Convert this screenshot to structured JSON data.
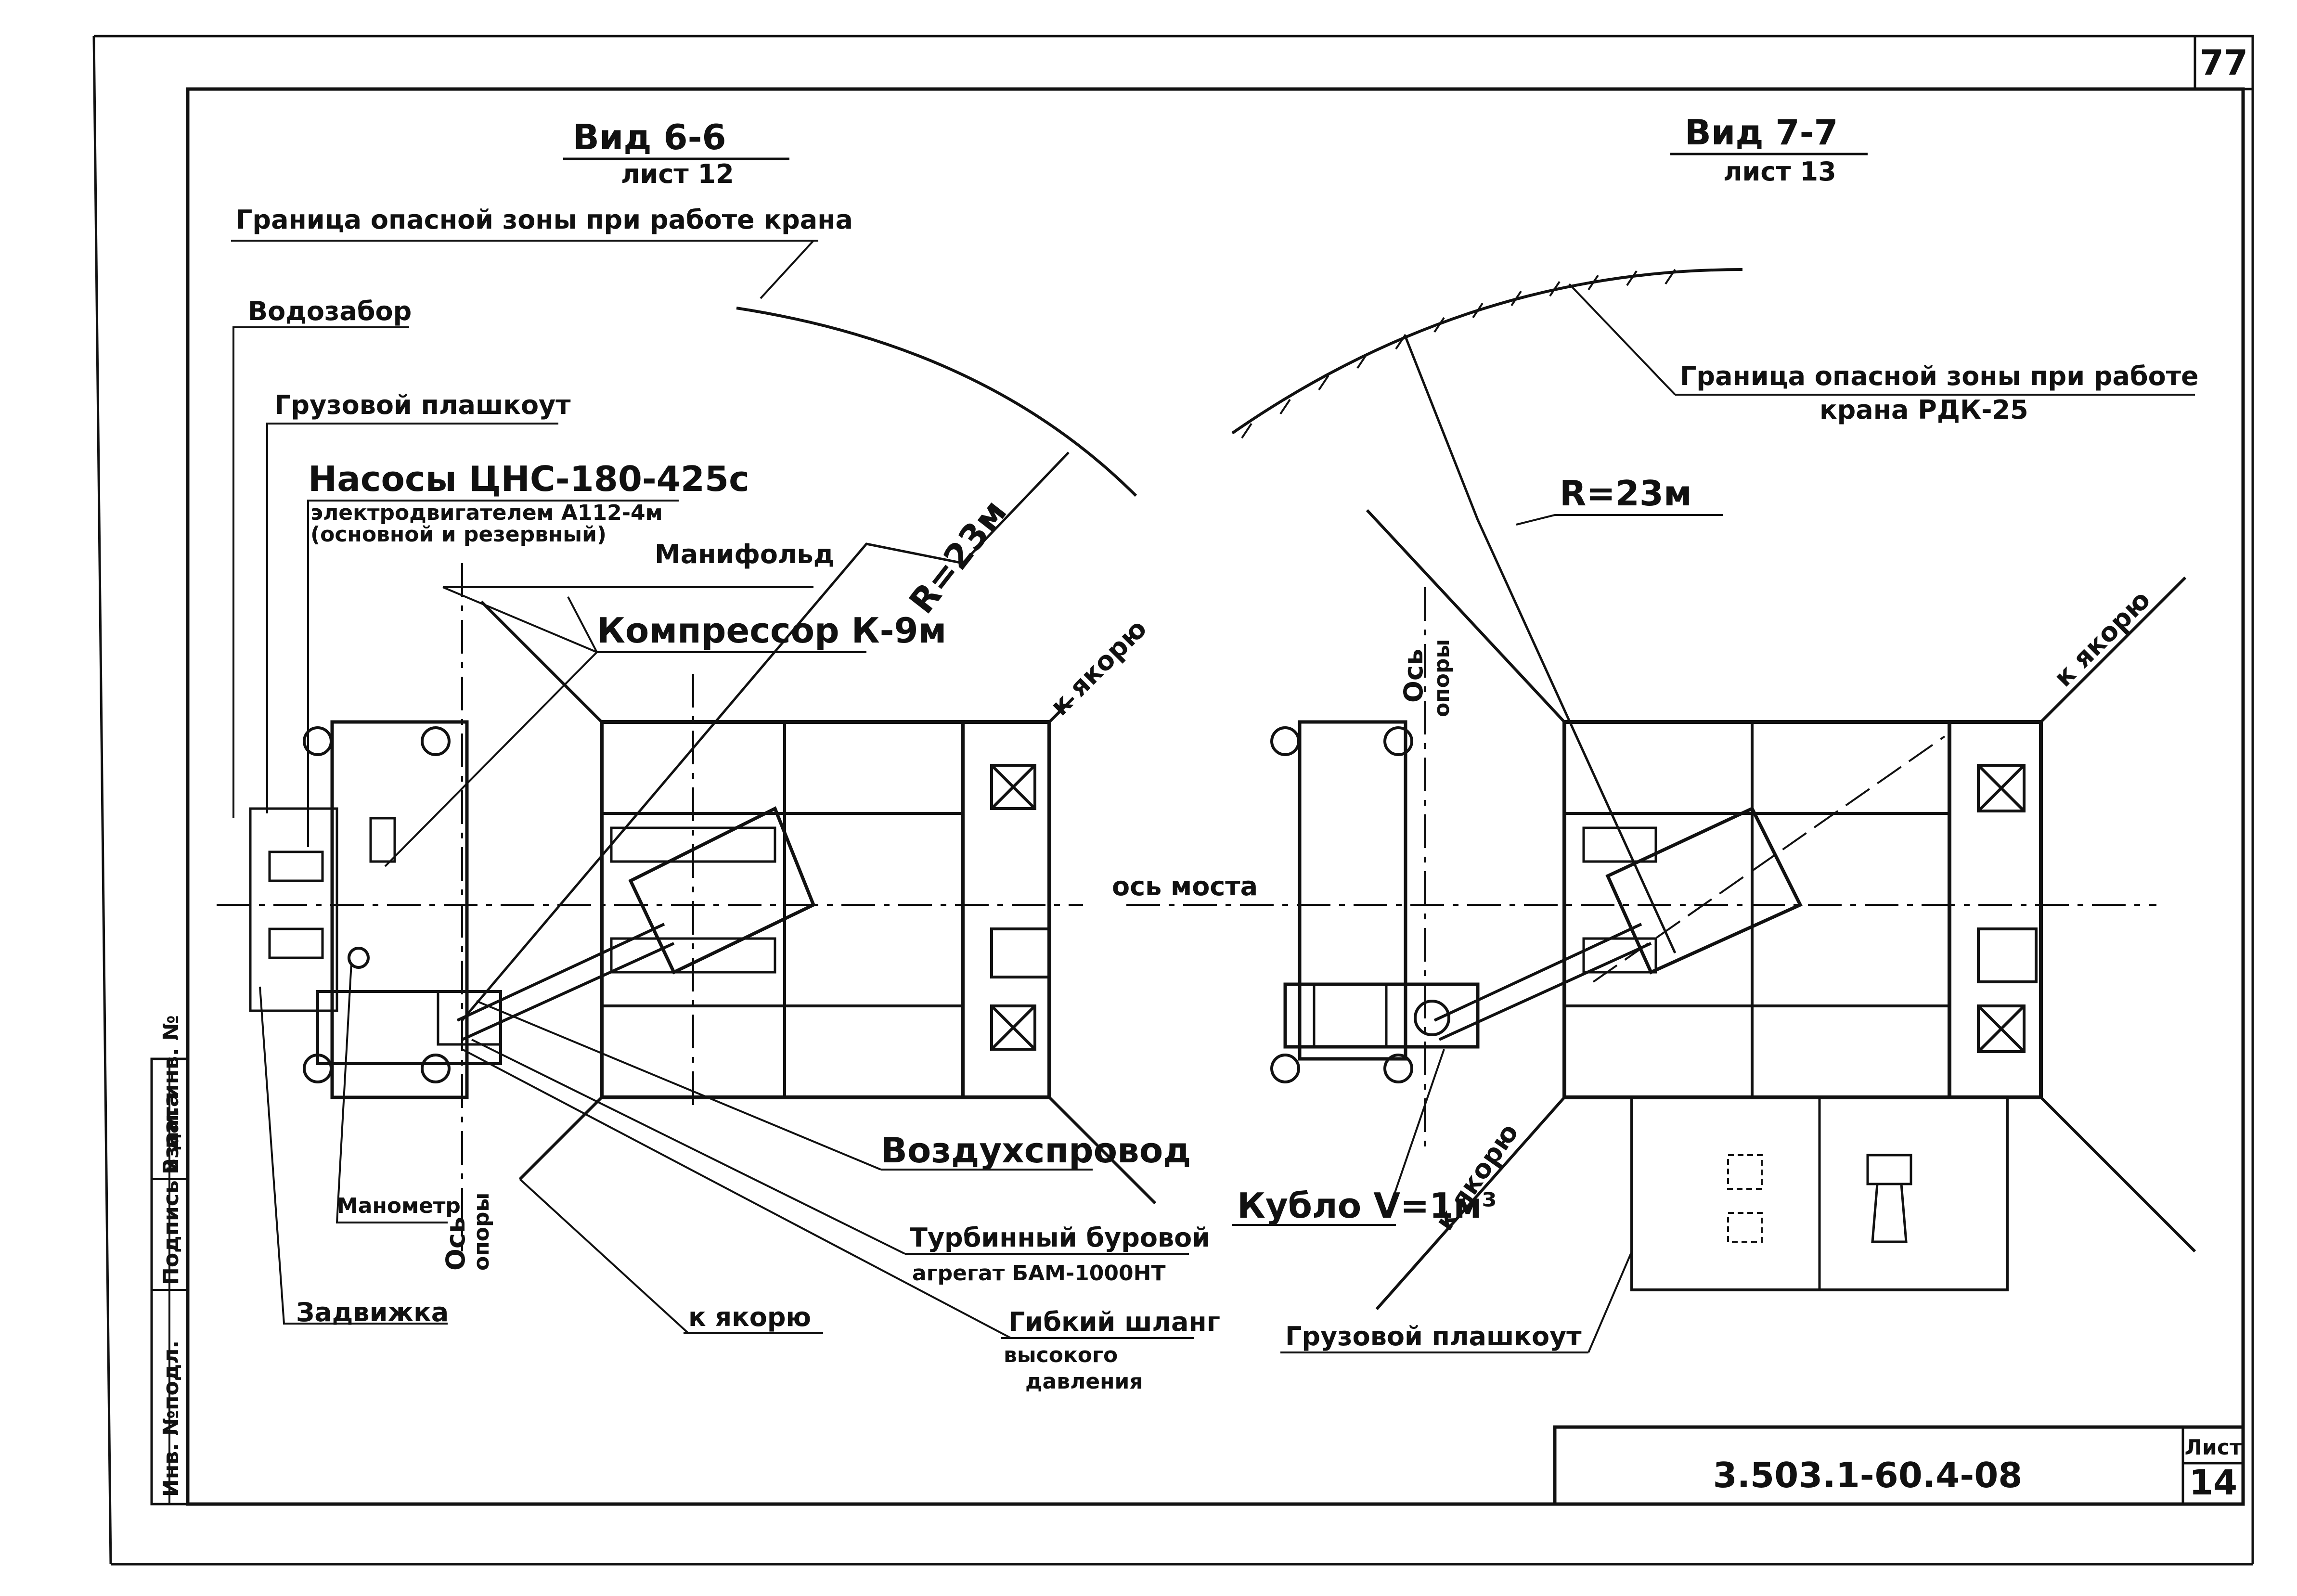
{
  "sheet": {
    "page_number": "77",
    "doc_code": "3.503.1-60.4-08",
    "sheet_label": "Лист",
    "sheet_number": "14",
    "side_stamp": [
      "Инв. №подл.",
      "Подпись и дата",
      "Взам. инв. №"
    ]
  },
  "view_left": {
    "title": "Вид 6-6",
    "sheet_ref": "лист 12",
    "labels": {
      "danger_zone": "Граница опасной зоны при работе крана",
      "water_intake": "Водозабор",
      "cargo_barge": "Грузовой плашкоут",
      "pumps_line1": "Насосы ЦНС-180-425с",
      "pumps_line2": "электродвигателем А112-4м",
      "pumps_line3": "(основной и резервный)",
      "manifold": "Манифольд",
      "compressor": "Компрессор К-9м",
      "radius": "R=23м",
      "to_anchor_top": "к якорю",
      "to_anchor_bottom": "к якорю",
      "air_line": "Воздухспровод",
      "turbine_line1": "Турбинный буровой",
      "turbine_line2": "агрегат БАМ-1000НТ",
      "hose_line1": "Гибкий шланг",
      "hose_line2": "высокого",
      "hose_line3": "давления",
      "manometer": "Манометр",
      "valve": "Задвижка",
      "support_axis_line1": "Ось",
      "support_axis_line2": "опоры"
    }
  },
  "view_right": {
    "title": "Вид 7-7",
    "sheet_ref": "лист 13",
    "labels": {
      "danger_zone_line1": "Граница опасной зоны при работе",
      "danger_zone_line2": "крана РДК-25",
      "radius": "R=23м",
      "support_axis_line1": "Ось",
      "support_axis_line2": "опоры",
      "bridge_axis": "ось моста",
      "to_anchor_top": "к якорю",
      "to_anchor_bottom": "к якорю",
      "bucket": "Кубло V=1м³",
      "cargo_barge": "Грузовой плашкоут"
    }
  }
}
